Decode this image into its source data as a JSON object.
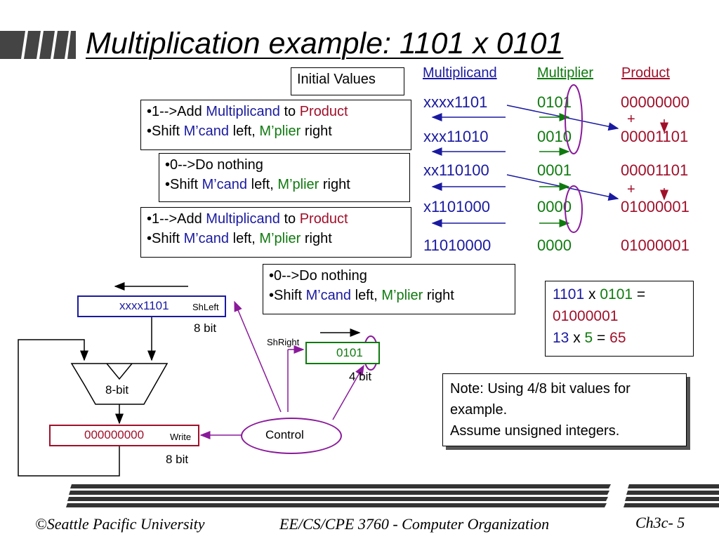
{
  "title": "Multiplication example: 1101 x 0101",
  "initial_values_label": "Initial Values",
  "table": {
    "headers": {
      "multiplicand": "Multiplicand",
      "multiplier": "Multiplier",
      "product": "Product"
    },
    "rows": [
      {
        "multiplicand": "xxxx1101",
        "multiplier": "0101",
        "product": "00000000"
      },
      {
        "multiplicand": "xxx11010",
        "multiplier": "0010",
        "product": "00001101"
      },
      {
        "multiplicand": "xx110100",
        "multiplier": "0001",
        "product": "00001101"
      },
      {
        "multiplicand": "x1101000",
        "multiplier": "0000",
        "product": "01000001"
      },
      {
        "multiplicand": "11010000",
        "multiplier": "0000",
        "product": "01000001"
      }
    ],
    "plus_sign": "+"
  },
  "steps": [
    {
      "bit_action": "•1-->Add ",
      "mcand": "Multiplicand",
      "to": " to ",
      "product": "Product",
      "shift_a": "•Shift ",
      "mcand_short": "M’cand",
      "left": " left, ",
      "mplier": "M’plier",
      "right": " right"
    },
    {
      "bit_action": "•0-->Do nothing",
      "shift_a": "•Shift ",
      "mcand_short": "M’cand",
      "left": " left, ",
      "mplier": "M’plier",
      "right": " right"
    },
    {
      "bit_action": "•1-->Add ",
      "mcand": "Multiplicand",
      "to": " to ",
      "product": "Product",
      "shift_a": "•Shift ",
      "mcand_short": "M’cand",
      "left": " left, ",
      "mplier": "M’plier",
      "right": " right"
    },
    {
      "bit_action": "•0-->Do nothing",
      "shift_a": "•Shift ",
      "mcand_short": "M’cand",
      "left": " left, ",
      "mplier": "M’plier",
      "right": " right"
    }
  ],
  "datapath": {
    "mcand_reg_value": "xxxx1101",
    "mcand_reg_ctrl": "ShLeft",
    "mcand_reg_width": "8 bit",
    "alu_label": "8-bit",
    "product_reg_value": "000000000",
    "product_reg_ctrl": "Write",
    "product_reg_width": "8 bit",
    "mplier_reg_value": "0101",
    "mplier_reg_ctrl": "ShRight",
    "mplier_reg_width": "4 bit",
    "control_label": "Control"
  },
  "result": {
    "a": "1101",
    "x": " x ",
    "b": "0101",
    "eq": " =",
    "product_bin": "01000001",
    "a_dec": "13",
    "b_dec": "5",
    "eq2": " = ",
    "p_dec": "65"
  },
  "note": {
    "line1": "Note: Using 4/8 bit values for",
    "line2": "example.",
    "line3": "Assume unsigned integers."
  },
  "footer": {
    "left": "©Seattle Pacific University",
    "center": "EE/CS/CPE 3760 - Computer Organization",
    "right": "Ch3c- 5"
  },
  "colors": {
    "blue": "#1a1aa0",
    "green": "#0f7a0f",
    "red": "#a0102a",
    "purple": "#8a1a9a"
  }
}
